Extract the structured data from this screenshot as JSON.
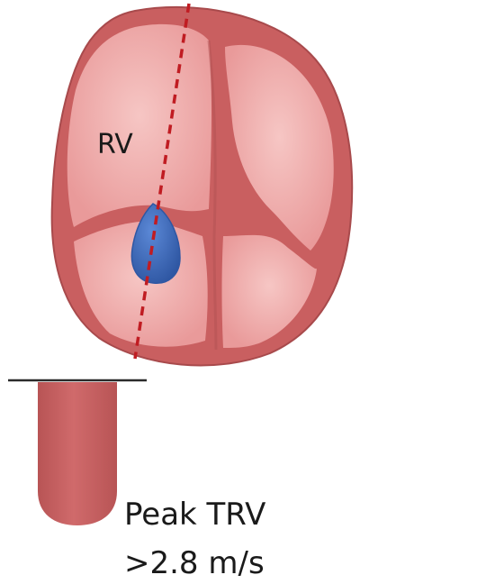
{
  "diagram": {
    "chamber_label": "RV",
    "measurement_line1": "Peak TRV",
    "measurement_line2": ">2.8 m/s"
  },
  "colors": {
    "outer_wall": "#c95f60",
    "wall_shadow": "#b04f51",
    "chamber_fill": "#eda2a2",
    "chamber_highlight": "#f6c6c4",
    "jet": "#3f6fc2",
    "jet_dark": "#2f57a3",
    "dashed_line": "#c01c22",
    "baseline": "#2b2b2b",
    "doppler_bar": "#cb6364",
    "text": "#1a1a1a"
  }
}
